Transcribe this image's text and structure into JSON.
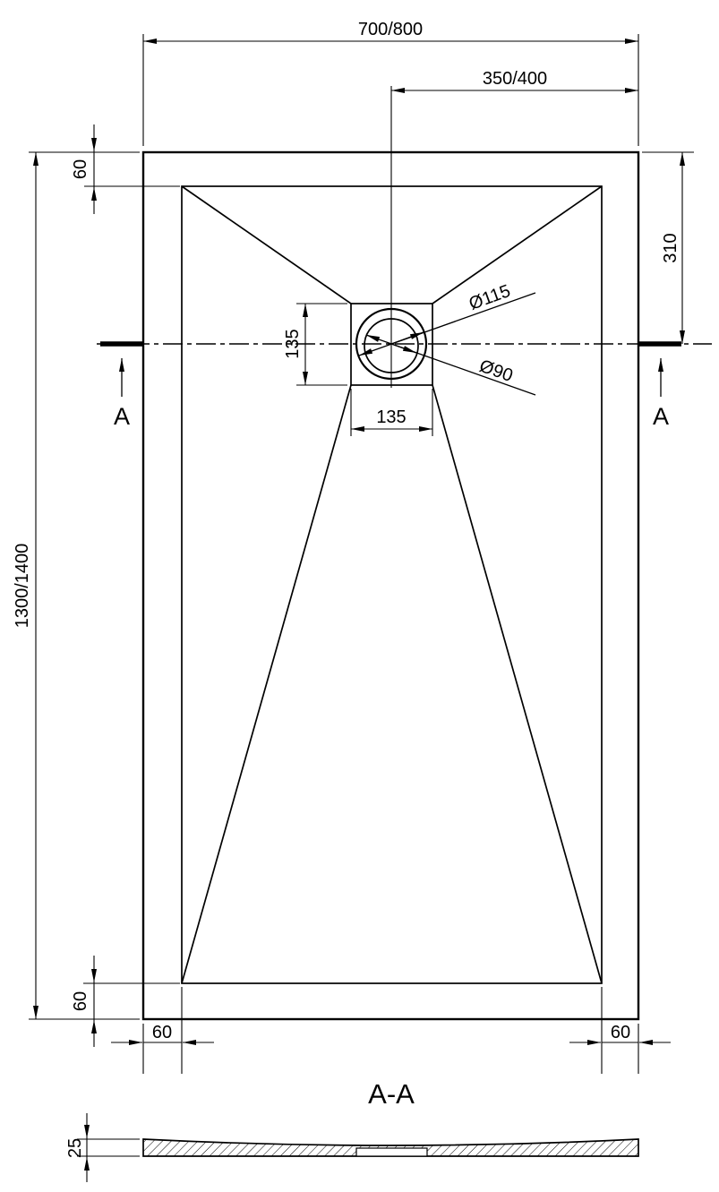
{
  "colors": {
    "background": "#ffffff",
    "line": "#000000"
  },
  "top_view": {
    "dim_overall_width": "700/800",
    "dim_drain_offset": "350/400",
    "dim_rim_top": "60",
    "dim_drain_from_top": "310",
    "dim_drain_box_height": "135",
    "dim_drain_box_width": "135",
    "dim_drain_outer_diameter": "Ø115",
    "dim_drain_inner_diameter": "Ø90",
    "dim_overall_length": "1300/1400",
    "dim_rim_bottom": "60",
    "dim_rim_bottom_left": "60",
    "dim_rim_bottom_right": "60",
    "cut_label_left": "A",
    "cut_label_right": "A"
  },
  "section_view": {
    "title": "A-A",
    "dim_thickness": "25"
  }
}
